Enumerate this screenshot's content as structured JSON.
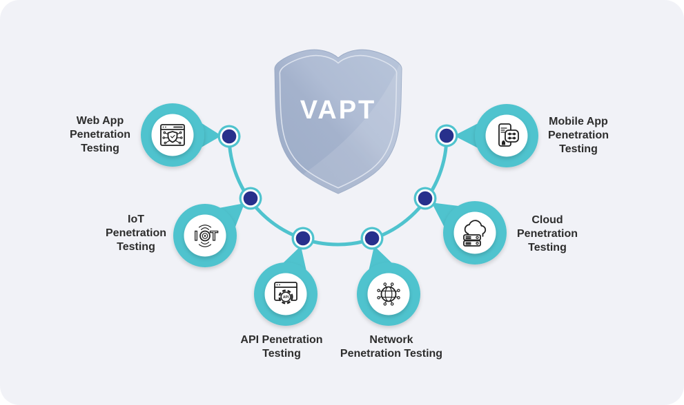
{
  "panel": {
    "background": "#f1f2f7"
  },
  "shield": {
    "label": "VAPT",
    "fill_base": "#a6b4ce",
    "fill_light": "#b8c5da",
    "inner_line": "#dde3ee",
    "label_color": "#ffffff"
  },
  "connector": {
    "line_color": "#4fc3ce",
    "dot_color": "#27308c",
    "dot_ring_color": "#ffffff"
  },
  "text_color": "#2d2d2d",
  "nodes": [
    {
      "id": "web-app",
      "icon": "web-app-security-icon",
      "label_lines": [
        "Web App",
        "Penetration",
        "Testing"
      ]
    },
    {
      "id": "iot",
      "icon": "iot-signal-icon",
      "icon_letters": [
        "I",
        "T"
      ],
      "label_lines": [
        "IoT",
        "Penetration",
        "Testing"
      ]
    },
    {
      "id": "api",
      "icon": "api-gear-icon",
      "icon_text": "API",
      "label_lines": [
        "API Penetration",
        "Testing"
      ]
    },
    {
      "id": "network",
      "icon": "network-globe-icon",
      "label_lines": [
        "Network",
        "Penetration Testing"
      ]
    },
    {
      "id": "cloud",
      "icon": "cloud-server-icon",
      "label_lines": [
        "Cloud",
        "Penetration",
        "Testing"
      ]
    },
    {
      "id": "mobile",
      "icon": "mobile-app-icon",
      "label_lines": [
        "Mobile App",
        "Penetration",
        "Testing"
      ]
    }
  ]
}
